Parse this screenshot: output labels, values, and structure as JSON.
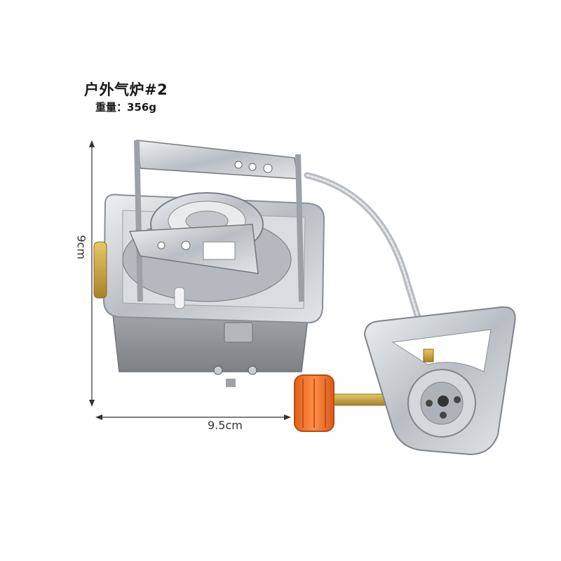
{
  "product": {
    "title": "户外气炉#2",
    "weight_label": "重量：356g"
  },
  "dimensions": {
    "height_label": "9cm",
    "width_label": "9.5cm"
  },
  "colors": {
    "steel": "#c8ccd0",
    "body": "#8f9297",
    "knob": "#f07a2c",
    "brass": "#c9a13a"
  }
}
